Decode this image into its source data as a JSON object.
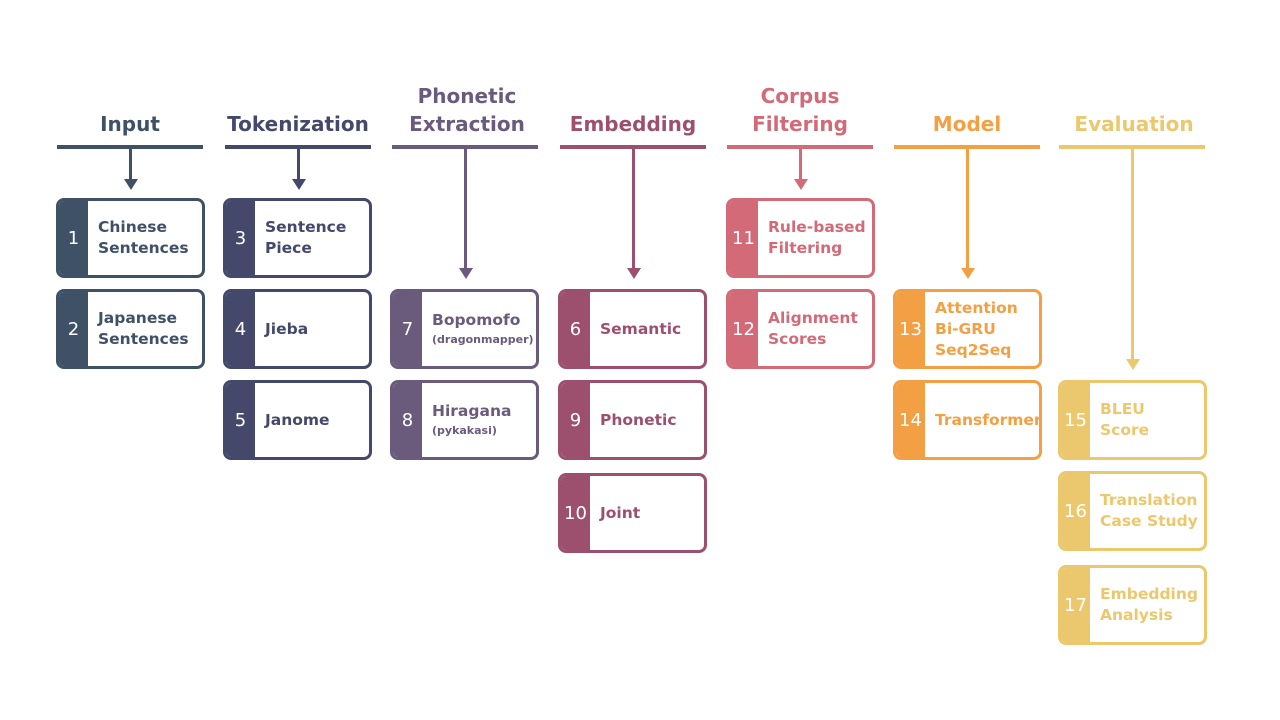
{
  "colors": {
    "input": "#3f5166",
    "tokenization": "#44486a",
    "phonetic_extraction": "#6a5a7c",
    "embedding": "#9c506e",
    "corpus_filtering": "#d26a78",
    "model": "#f3a045",
    "evaluation": "#ebc86e"
  },
  "columns": [
    {
      "key": "input",
      "title": "Input",
      "color": "#3f5166"
    },
    {
      "key": "tokenization",
      "title": "Tokenization",
      "color": "#44486a"
    },
    {
      "key": "phonetic_extraction",
      "title": "Phonetic\nExtraction",
      "color": "#6a5a7c"
    },
    {
      "key": "embedding",
      "title": "Embedding",
      "color": "#9c506e"
    },
    {
      "key": "corpus_filtering",
      "title": "Corpus\nFiltering",
      "color": "#d26a78"
    },
    {
      "key": "model",
      "title": "Model",
      "color": "#f3a045"
    },
    {
      "key": "evaluation",
      "title": "Evaluation",
      "color": "#ebc86e"
    }
  ],
  "steps": [
    {
      "number": "1",
      "label": "Chinese\nSentences",
      "sub": ""
    },
    {
      "number": "2",
      "label": "Japanese\nSentences",
      "sub": ""
    },
    {
      "number": "3",
      "label": "Sentence\nPiece",
      "sub": ""
    },
    {
      "number": "4",
      "label": "Jieba",
      "sub": ""
    },
    {
      "number": "5",
      "label": "Janome",
      "sub": ""
    },
    {
      "number": "7",
      "label": "Bopomofo",
      "sub": "(dragonmapper)"
    },
    {
      "number": "8",
      "label": "Hiragana",
      "sub": "(pykakasi)"
    },
    {
      "number": "6",
      "label": "Semantic",
      "sub": ""
    },
    {
      "number": "9",
      "label": "Phonetic",
      "sub": ""
    },
    {
      "number": "10",
      "label": "Joint",
      "sub": ""
    },
    {
      "number": "11",
      "label": "Rule-based\nFiltering",
      "sub": ""
    },
    {
      "number": "12",
      "label": "Alignment\nScores",
      "sub": ""
    },
    {
      "number": "13",
      "label": "Attention\nBi-GRU\nSeq2Seq",
      "sub": ""
    },
    {
      "number": "14",
      "label": "Transformer",
      "sub": ""
    },
    {
      "number": "15",
      "label": "BLEU\nScore",
      "sub": ""
    },
    {
      "number": "16",
      "label": "Translation\nCase Study",
      "sub": ""
    },
    {
      "number": "17",
      "label": "Embedding\nAnalysis",
      "sub": ""
    }
  ]
}
